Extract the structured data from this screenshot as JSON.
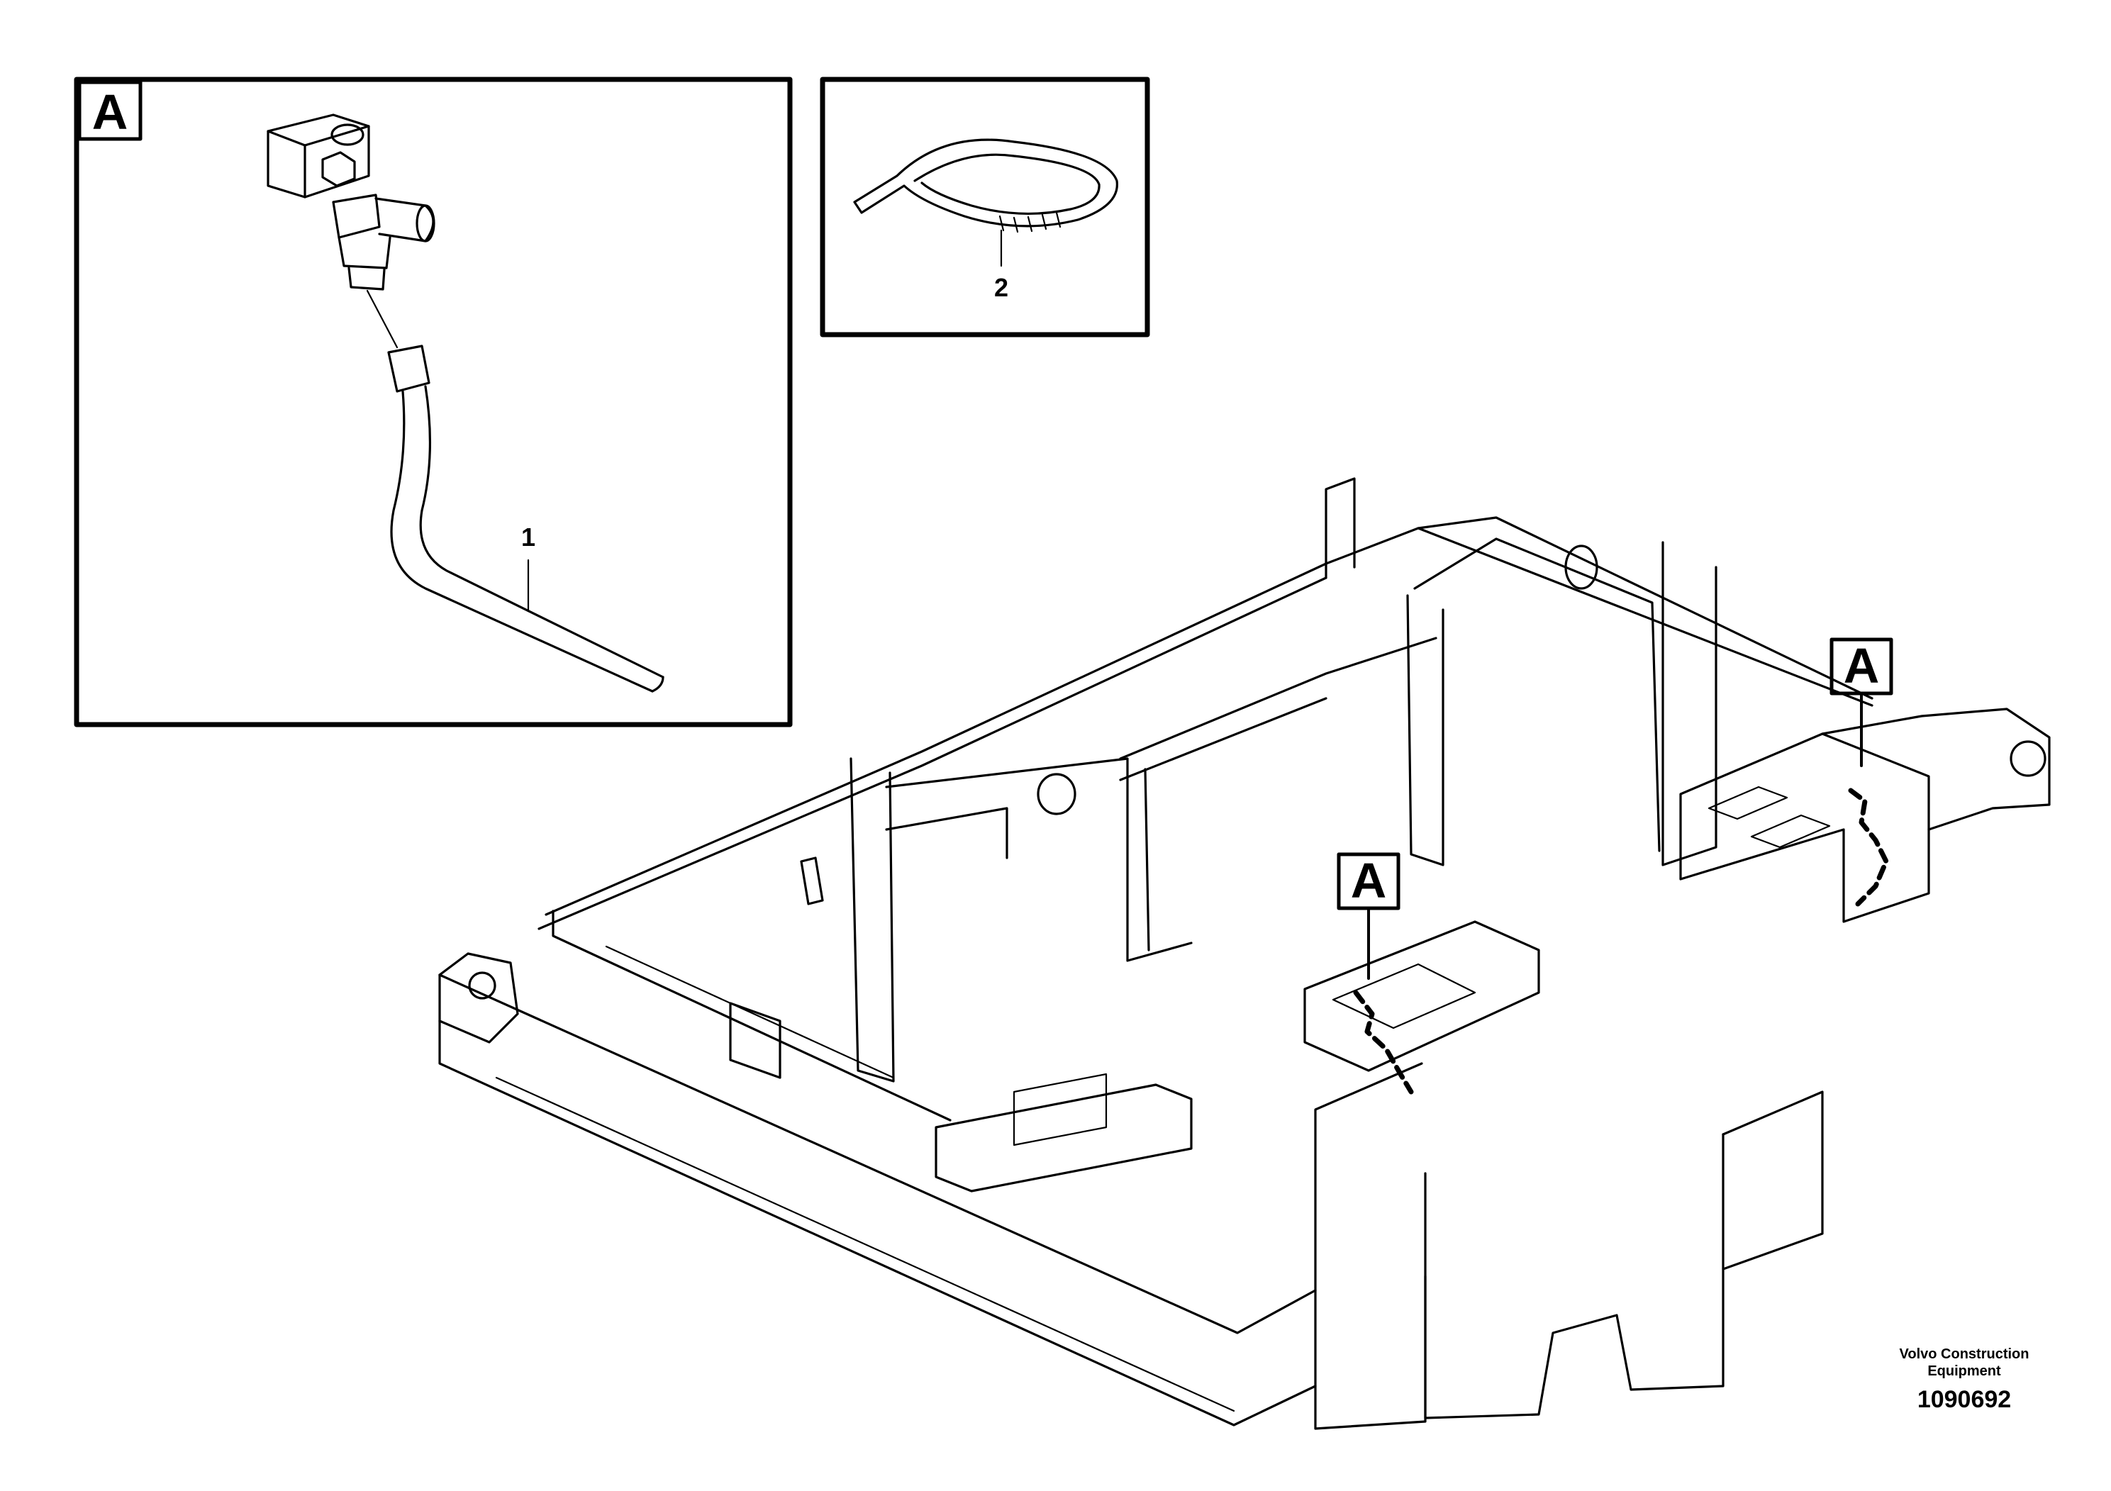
{
  "detail_view_label": "A",
  "callouts": [
    {
      "id": "part-1",
      "number": "1"
    },
    {
      "id": "part-2",
      "number": "2"
    }
  ],
  "view_markers": [
    "A",
    "A"
  ],
  "footer": {
    "company_line1": "Volvo Construction",
    "company_line2": "Equipment",
    "drawing_number": "1090692"
  }
}
